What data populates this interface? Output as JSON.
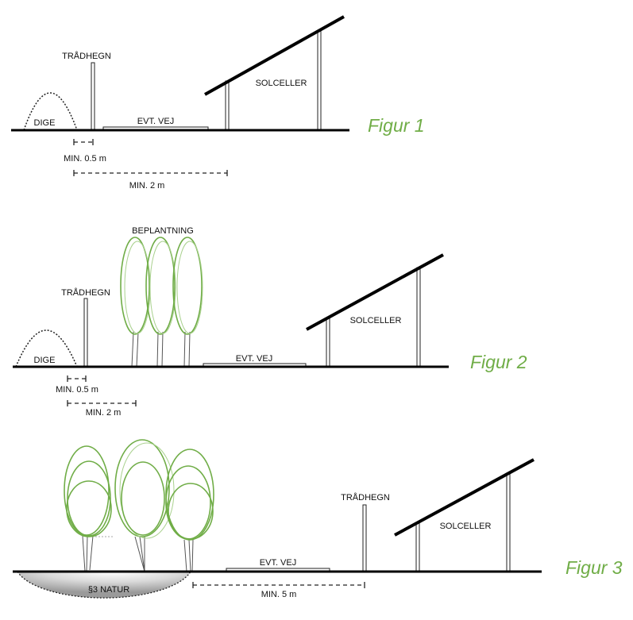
{
  "colors": {
    "accent": "#70ad47",
    "line": "#000000"
  },
  "figure1": {
    "title": "Figur 1",
    "labels": {
      "dige": "DIGE",
      "fence": "TRÅDHEGN",
      "road": "EVT. VEJ",
      "solar": "SOLCELLER"
    },
    "dimensions": [
      "MIN. 0.5 m",
      "MIN. 2 m"
    ]
  },
  "figure2": {
    "title": "Figur 2",
    "labels": {
      "dige": "DIGE",
      "fence": "TRÅDHEGN",
      "planting": "BEPLANTNING",
      "road": "EVT. VEJ",
      "solar": "SOLCELLER"
    },
    "dimensions": [
      "MIN. 0.5 m",
      "MIN. 2 m"
    ]
  },
  "figure3": {
    "title": "Figur 3",
    "labels": {
      "nature": "§3 NATUR",
      "fence": "TRÅDHEGN",
      "road": "EVT. VEJ",
      "solar": "SOLCELLER"
    },
    "dimensions": [
      "MIN. 5 m"
    ]
  }
}
